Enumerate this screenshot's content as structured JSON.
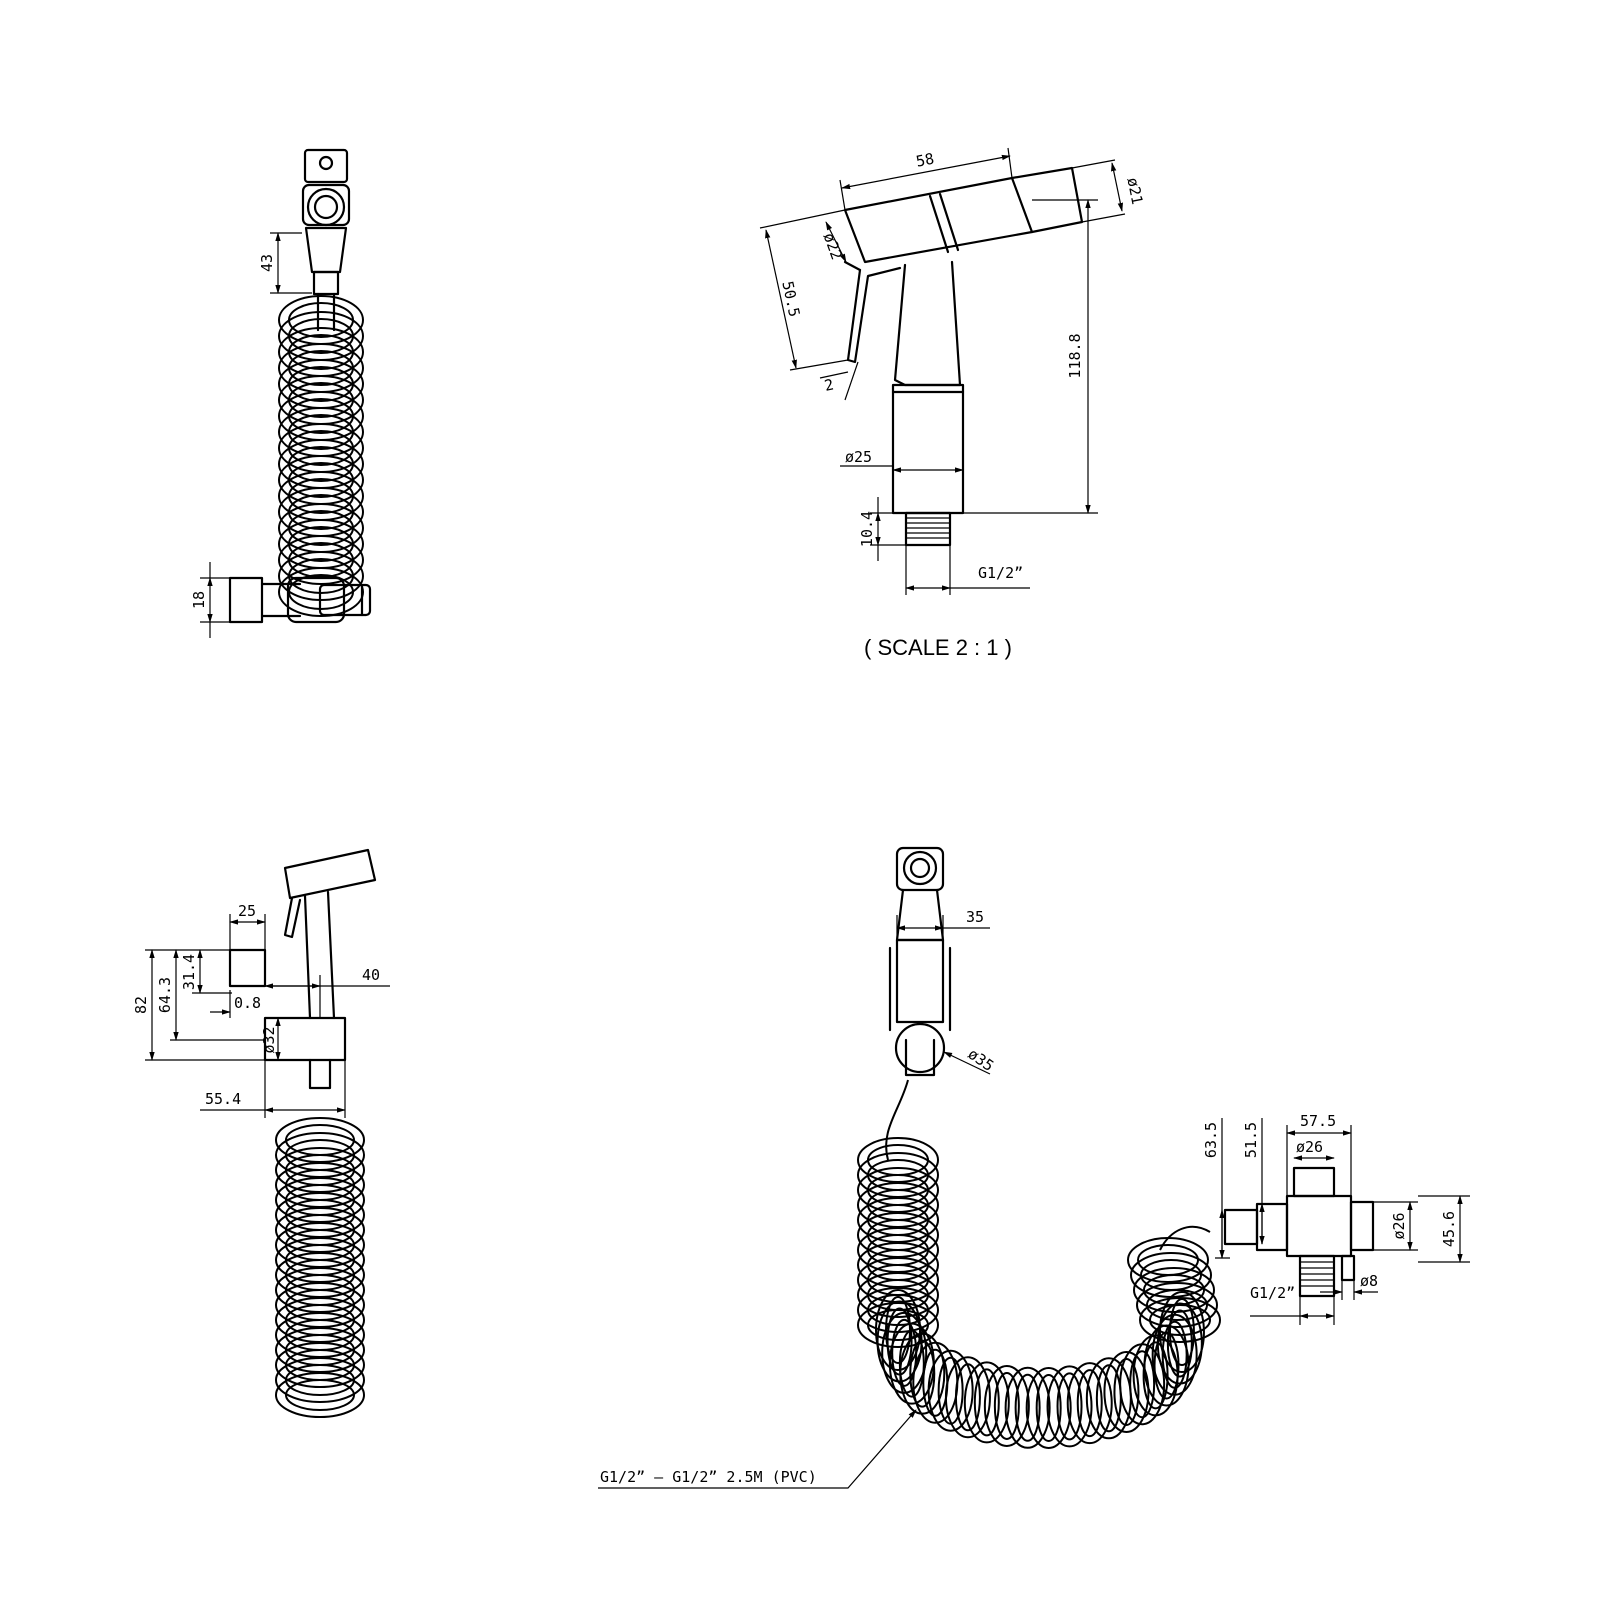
{
  "scale_note": "( SCALE 2 : 1 )",
  "side_view": {
    "d_height_43": "43",
    "d_width_18": "18"
  },
  "head_detail": {
    "d_length_58": "58",
    "d_dia_21": "ø21",
    "d_dia_22": "ø22",
    "d_trigger_50_5": "50.5",
    "d_gap_2": "2",
    "d_height_118_8": "118.8",
    "d_dia_25": "ø25",
    "d_thread_len_10_4": "10.4",
    "d_thread_g12": "G1/2”"
  },
  "front_view": {
    "d_25": "25",
    "d_31_4": "31.4",
    "d_64_3": "64.3",
    "d_82": "82",
    "d_0_8": "0.8",
    "d_40": "40",
    "d_dia_32": "ø32",
    "d_55_4": "55.4"
  },
  "assembly_view": {
    "d_35": "35",
    "d_dia_35": "ø35",
    "d_63_5": "63.5",
    "d_51_5": "51.5",
    "d_57_5": "57.5",
    "d_dia_26_top": "ø26",
    "d_dia_26_side": "ø26",
    "d_45_6": "45.6",
    "d_dia_8": "ø8",
    "d_valve_g12": "G1/2”",
    "hose_label": "G1/2” – G1/2”  2.5M (PVC)"
  }
}
